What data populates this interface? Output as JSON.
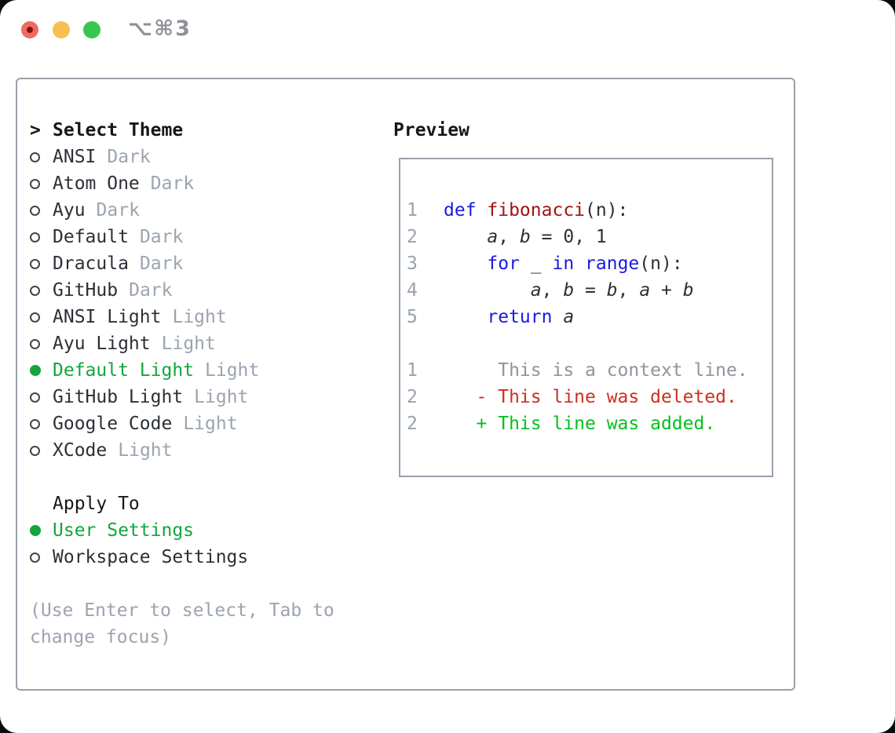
{
  "window": {
    "title_shortcut": "⌥⌘3"
  },
  "colors": {
    "text": "#2b3036",
    "header_text": "#14171b",
    "muted": "#9ba4af",
    "line_number": "#99a2ac",
    "context": "#8d959d",
    "keyword": "#1a1ae0",
    "function_name": "#a31212",
    "deleted": "#cf2f1e",
    "added": "#03c01f",
    "selected_green": "#12a53c",
    "panel_border": "#99a1aa",
    "radio_outline": "#41464c",
    "titlebar_text": "#8e9298",
    "traffic_red": "#ef6b5f",
    "traffic_red_dot": "#7a150c",
    "traffic_yellow": "#f6bf4f",
    "traffic_green": "#38c74c"
  },
  "theme_panel": {
    "header_marker": ">",
    "header_label": "Select Theme",
    "themes": [
      {
        "name": "ANSI",
        "variant": "Dark",
        "selected": false
      },
      {
        "name": "Atom One",
        "variant": "Dark",
        "selected": false
      },
      {
        "name": "Ayu",
        "variant": "Dark",
        "selected": false
      },
      {
        "name": "Default",
        "variant": "Dark",
        "selected": false
      },
      {
        "name": "Dracula",
        "variant": "Dark",
        "selected": false
      },
      {
        "name": "GitHub",
        "variant": "Dark",
        "selected": false
      },
      {
        "name": "ANSI Light",
        "variant": "Light",
        "selected": false
      },
      {
        "name": "Ayu Light",
        "variant": "Light",
        "selected": false
      },
      {
        "name": "Default Light",
        "variant": "Light",
        "selected": true
      },
      {
        "name": "GitHub Light",
        "variant": "Light",
        "selected": false
      },
      {
        "name": "Google Code",
        "variant": "Light",
        "selected": false
      },
      {
        "name": "XCode",
        "variant": "Light",
        "selected": false
      }
    ],
    "apply_to_label": "Apply To",
    "apply_options": [
      {
        "label": "User Settings",
        "selected": true
      },
      {
        "label": "Workspace Settings",
        "selected": false
      }
    ],
    "help_lines": [
      "(Use Enter to select, Tab to",
      "change focus)"
    ]
  },
  "preview": {
    "label": "Preview",
    "lines": [
      {
        "num": "1",
        "segments": [
          {
            "text": "def ",
            "style": "keyword"
          },
          {
            "text": "fibonacci",
            "style": "function"
          },
          {
            "text": "(n):",
            "style": "plain"
          }
        ]
      },
      {
        "num": "2",
        "segments": [
          {
            "text": "    ",
            "style": "plain"
          },
          {
            "text": "a",
            "style": "variable"
          },
          {
            "text": ", ",
            "style": "plain"
          },
          {
            "text": "b",
            "style": "variable"
          },
          {
            "text": " = 0, 1",
            "style": "plain"
          }
        ]
      },
      {
        "num": "3",
        "segments": [
          {
            "text": "    ",
            "style": "plain"
          },
          {
            "text": "for",
            "style": "keyword"
          },
          {
            "text": " _ ",
            "style": "plain"
          },
          {
            "text": "in",
            "style": "keyword"
          },
          {
            "text": " ",
            "style": "plain"
          },
          {
            "text": "range",
            "style": "keyword"
          },
          {
            "text": "(n):",
            "style": "plain"
          }
        ]
      },
      {
        "num": "4",
        "segments": [
          {
            "text": "        ",
            "style": "plain"
          },
          {
            "text": "a",
            "style": "variable"
          },
          {
            "text": ", ",
            "style": "plain"
          },
          {
            "text": "b",
            "style": "variable"
          },
          {
            "text": " = ",
            "style": "plain"
          },
          {
            "text": "b",
            "style": "variable"
          },
          {
            "text": ", ",
            "style": "plain"
          },
          {
            "text": "a",
            "style": "variable"
          },
          {
            "text": " + ",
            "style": "plain"
          },
          {
            "text": "b",
            "style": "variable"
          }
        ]
      },
      {
        "num": "5",
        "segments": [
          {
            "text": "    ",
            "style": "plain"
          },
          {
            "text": "return",
            "style": "keyword"
          },
          {
            "text": " ",
            "style": "plain"
          },
          {
            "text": "a",
            "style": "variable"
          }
        ]
      },
      {
        "num": "",
        "segments": []
      },
      {
        "num": "1",
        "segments": [
          {
            "text": "     This is a context line.",
            "style": "context"
          }
        ]
      },
      {
        "num": "2",
        "segments": [
          {
            "text": "   - This line was deleted.",
            "style": "deleted"
          }
        ]
      },
      {
        "num": "2",
        "segments": [
          {
            "text": "   + This line was added.",
            "style": "added"
          }
        ]
      }
    ]
  }
}
